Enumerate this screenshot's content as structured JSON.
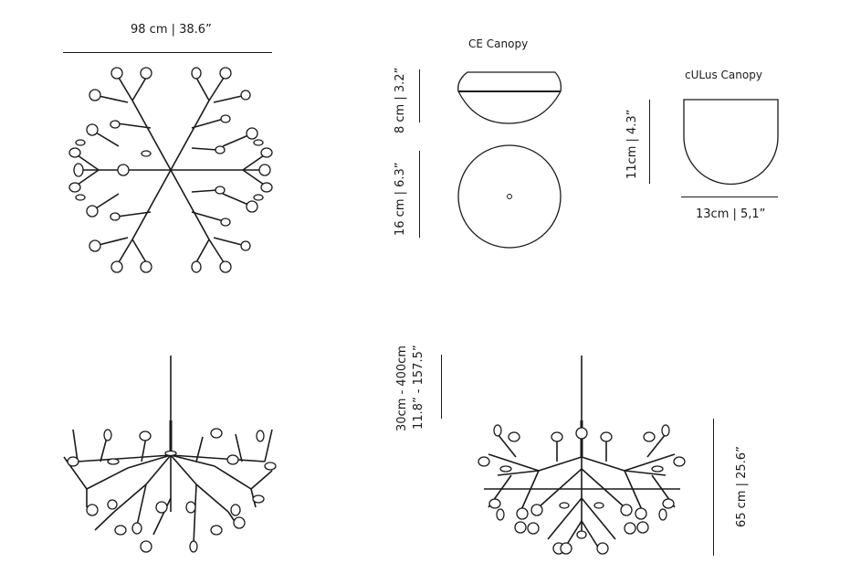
{
  "diagram": {
    "subject": "Pendant lamp dimension drawing",
    "dimensions": {
      "top_view_width": "98 cm | 38.6”",
      "ce_canopy_height": "8 cm | 3.2”",
      "ce_canopy_diameter": "16 cm | 6.3”",
      "culus_canopy_height": "11cm | 4.3”",
      "culus_canopy_width": "13cm | 5,1”",
      "cable_length_cm": "30cm - 400cm",
      "cable_length_in": "11.8” - 157.5”",
      "fixture_height": "65 cm | 25.6”"
    },
    "titles": {
      "ce_canopy": "CE Canopy",
      "culus_canopy": "cULus Canopy"
    },
    "views": [
      "top-view",
      "side-view-left",
      "ce-canopy-side",
      "ce-canopy-top",
      "culus-canopy-side",
      "side-view-right"
    ],
    "colors": {
      "line": "#1a1a1a",
      "background": "#ffffff"
    }
  }
}
